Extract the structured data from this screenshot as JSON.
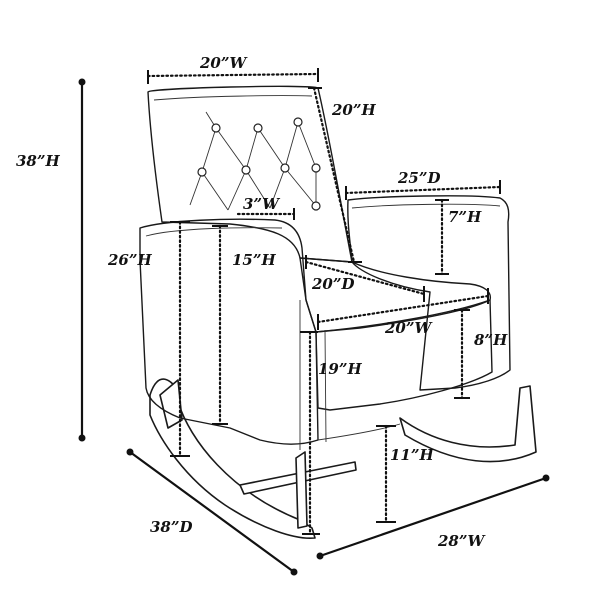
{
  "labels": {
    "back_width": "20”W",
    "back_height": "20”H",
    "overall_height": "38”H",
    "seat_depth_top": "25”D",
    "arm_width": "3”W",
    "armrest_height": "7”H",
    "arm_height": "26”H",
    "arm_inner_height": "15”H",
    "seat_depth": "20”D",
    "seat_width": "20”W",
    "seat_thickness": "8”H",
    "seat_height": "19”H",
    "floor_clearance": "11”H",
    "overall_depth": "38”D",
    "overall_width": "28”W"
  }
}
